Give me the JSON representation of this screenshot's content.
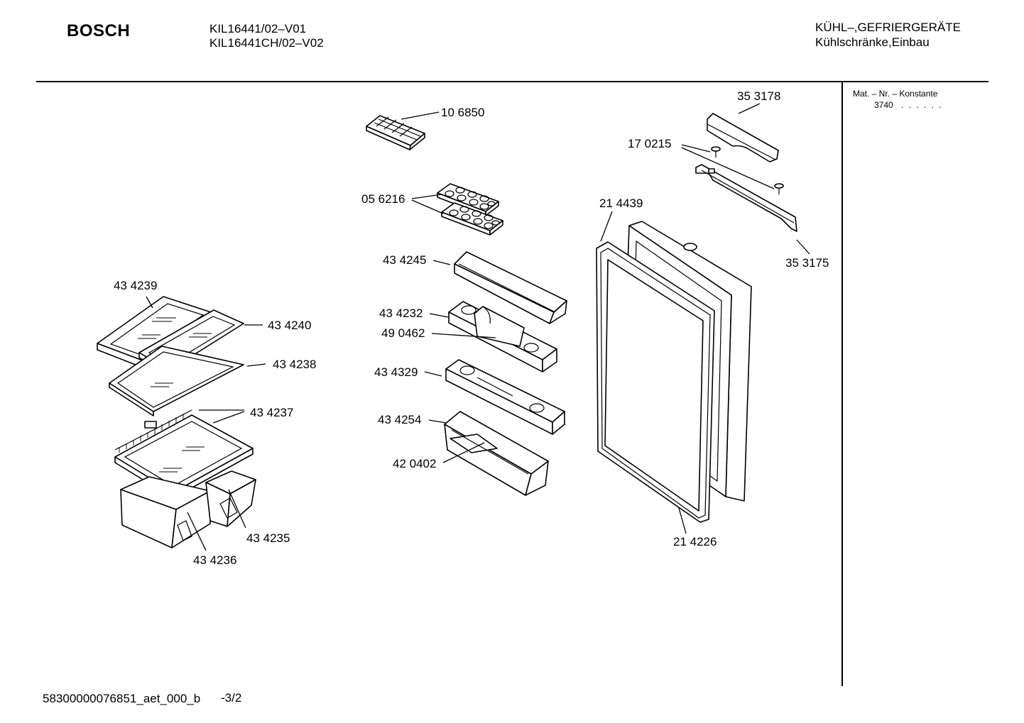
{
  "header": {
    "brand": "BOSCH",
    "models": [
      "KIL16441/02–V01",
      "KIL16441CH/02–V02"
    ],
    "category": "KÜHL–,GEFRIERGERÄTE",
    "subcategory": "Kühlschränke,Einbau"
  },
  "sidebar": {
    "mat_label": "Mat. – Nr. – Konstante",
    "mat_value": "3740",
    "mat_dots": ". .   . . . ."
  },
  "parts": {
    "p106850": "10 6850",
    "p056216": "05 6216",
    "p434245": "43 4245",
    "p434232": "43 4232",
    "p490462": "49 0462",
    "p434329": "43 4329",
    "p434254": "43 4254",
    "p420402": "42 0402",
    "p353178": "35 3178",
    "p170215": "17 0215",
    "p214439": "21 4439",
    "p353175": "35 3175",
    "p214226": "21 4226",
    "p434239": "43 4239",
    "p434240": "43 4240",
    "p434238": "43 4238",
    "p434237": "43 4237",
    "p434235": "43 4235",
    "p434236": "43 4236"
  },
  "footer": {
    "doc_id": "58300000076851_aet_000_b",
    "page": "-3/2"
  }
}
